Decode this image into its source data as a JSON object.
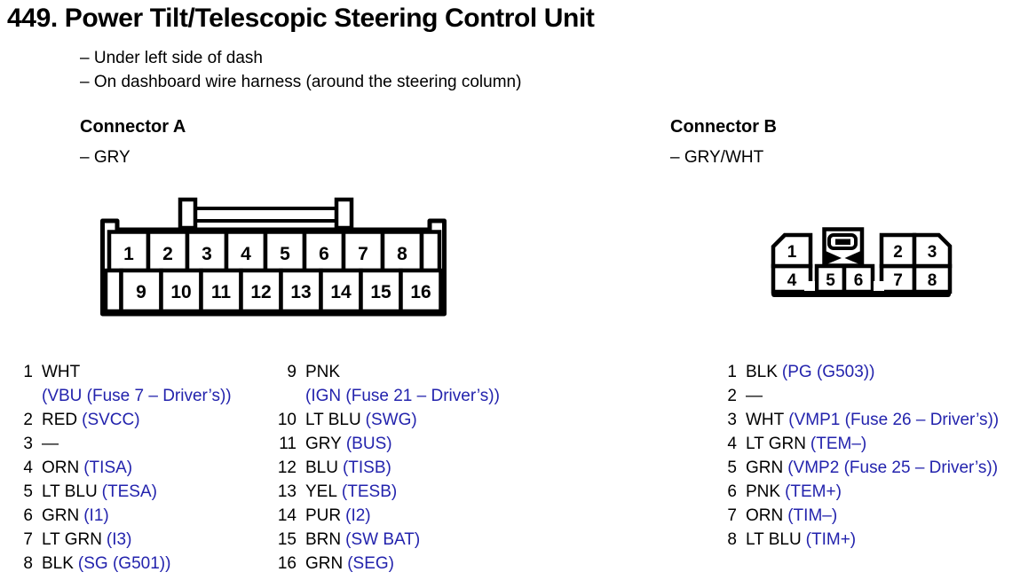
{
  "page": {
    "title": "449. Power Tilt/Telescopic Steering Control Unit",
    "notes": [
      "– Under left side of dash",
      "– On dashboard wire harness (around the steering column)"
    ]
  },
  "colors": {
    "code_blue": "#2323ad",
    "text_black": "#000000",
    "background": "#ffffff"
  },
  "connector_a": {
    "heading": "Connector A",
    "wire_color": "– GRY",
    "diagram": {
      "top_row": [
        "1",
        "2",
        "3",
        "4",
        "5",
        "6",
        "7",
        "8"
      ],
      "bottom_row": [
        "9",
        "10",
        "11",
        "12",
        "13",
        "14",
        "15",
        "16"
      ]
    },
    "pins_left_column": [
      {
        "num": "1",
        "wire": "WHT",
        "code": "(VBU (Fuse 7 – Driver’s))",
        "code_on_new_line": true
      },
      {
        "num": "2",
        "wire": "RED",
        "code": "(SVCC)"
      },
      {
        "num": "3",
        "wire": "—",
        "code": ""
      },
      {
        "num": "4",
        "wire": "ORN",
        "code": "(TISA)"
      },
      {
        "num": "5",
        "wire": "LT BLU",
        "code": "(TESA)"
      },
      {
        "num": "6",
        "wire": "GRN",
        "code": "(I1)"
      },
      {
        "num": "7",
        "wire": "LT GRN",
        "code": "(I3)"
      },
      {
        "num": "8",
        "wire": "BLK",
        "code": "(SG (G501))"
      }
    ],
    "pins_right_column": [
      {
        "num": "9",
        "wire": "PNK",
        "code": "(IGN (Fuse 21 – Driver’s))",
        "code_on_new_line": true
      },
      {
        "num": "10",
        "wire": "LT BLU",
        "code": "(SWG)"
      },
      {
        "num": "11",
        "wire": "GRY",
        "code": "(BUS)"
      },
      {
        "num": "12",
        "wire": "BLU",
        "code": "(TISB)"
      },
      {
        "num": "13",
        "wire": "YEL",
        "code": "(TESB)"
      },
      {
        "num": "14",
        "wire": "PUR",
        "code": "(I2)"
      },
      {
        "num": "15",
        "wire": "BRN",
        "code": "(SW BAT)"
      },
      {
        "num": "16",
        "wire": "GRN",
        "code": "(SEG)"
      }
    ]
  },
  "connector_b": {
    "heading": "Connector B",
    "wire_color": "– GRY/WHT",
    "diagram": {
      "top_row": [
        "1",
        "2",
        "3"
      ],
      "bottom_row": [
        "4",
        "5",
        "6",
        "7",
        "8"
      ]
    },
    "pins": [
      {
        "num": "1",
        "wire": "BLK",
        "code": "(PG (G503))"
      },
      {
        "num": "2",
        "wire": "—",
        "code": ""
      },
      {
        "num": "3",
        "wire": "WHT",
        "code": "(VMP1 (Fuse 26 – Driver’s))"
      },
      {
        "num": "4",
        "wire": "LT GRN",
        "code": "(TEM–)"
      },
      {
        "num": "5",
        "wire": "GRN",
        "code": "(VMP2 (Fuse 25 – Driver’s))"
      },
      {
        "num": "6",
        "wire": "PNK",
        "code": "(TEM+)"
      },
      {
        "num": "7",
        "wire": "ORN",
        "code": "(TIM–)"
      },
      {
        "num": "8",
        "wire": "LT BLU",
        "code": "(TIM+)"
      }
    ]
  }
}
